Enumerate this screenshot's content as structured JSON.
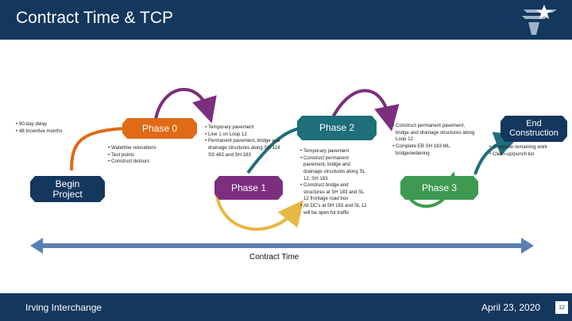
{
  "header": {
    "title": "Contract Time & TCP"
  },
  "colors": {
    "navy": "#14375e",
    "teal": "#1e6e7c",
    "orange": "#e06a16",
    "purple": "#7c2e7f",
    "yellow": "#e8b844",
    "green": "#3e9a50",
    "arrow": "#5b7fb5"
  },
  "shapes": {
    "begin_project": "Begin\nProject",
    "phase0": "Phase 0",
    "phase1": "Phase 1",
    "phase2": "Phase 2",
    "phase3": "Phase 3",
    "end_construction": "End\nConstruction"
  },
  "notes": {
    "begin": [
      "90-day delay",
      "48 Incentive months"
    ],
    "phase0": [
      "Waterline relocations",
      "Test points",
      "Construct detours"
    ],
    "phase1": [
      "Temporary pavement",
      "Line 1 on Loop 12",
      "Permanent pavement, bridge and drainage structures along SH 114 SS 482 and SH 183"
    ],
    "phase2": [
      "Temporary pavement",
      "Construct permanent pavement, bridge and drainage structures along SL 12, SH 183",
      "Construct bridge and structures at SH 183 and SL 12 frontage road box",
      "All DC's at SH 183 and SL 12 will be open for traffic"
    ],
    "phase3": [
      "Construct permanent pavement, bridge and drainage structures along Loop 12",
      "Complete EB SH 183 ML bridge/widening"
    ],
    "end": [
      "Complete remaining work",
      "Clean-up/punch list"
    ]
  },
  "contract_time_label": "Contract Time",
  "footer": {
    "left": "Irving Interchange",
    "date": "April 23, 2020",
    "page": "12"
  }
}
